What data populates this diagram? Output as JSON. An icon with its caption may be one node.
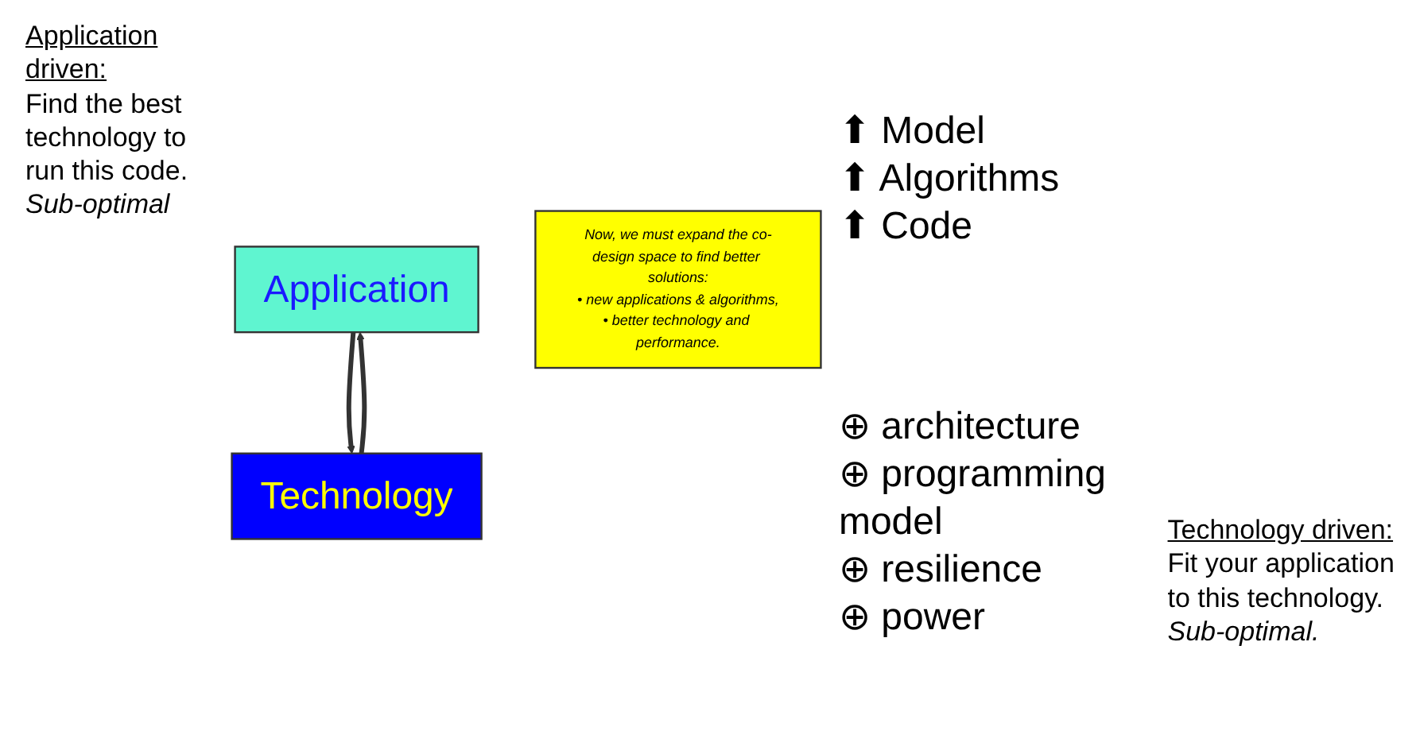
{
  "diagram": {
    "nodes": [
      {
        "text": [
          "Application"
        ],
        "beside": [
          "⬆ Model",
          "⬆ Algorithms",
          "⬆ Code"
        ]
      },
      {
        "text": [
          "Technology"
        ],
        "beside": [
          "⊕ architecture",
          "⊕ programming model",
          "⊕ resilience",
          "⊕ power"
        ]
      },
      {
        "text": [
          "Now, we must expand the co-design space to find better solutions:",
          "• new applications & algorithms,",
          "• better technology and performance."
        ]
      }
    ],
    "edges": [
      {
        "from": 0,
        "to": 1,
        "arrow": "to"
      },
      {
        "from": 1,
        "to": 0,
        "arrow": "to"
      }
    ],
    "labels": [
      "Application driven:",
      "Find the best technology to run this code.",
      "Sub-optimal",
      "Technology driven:",
      "Fit your application to this technology.",
      "Sub-optimal."
    ]
  }
}
